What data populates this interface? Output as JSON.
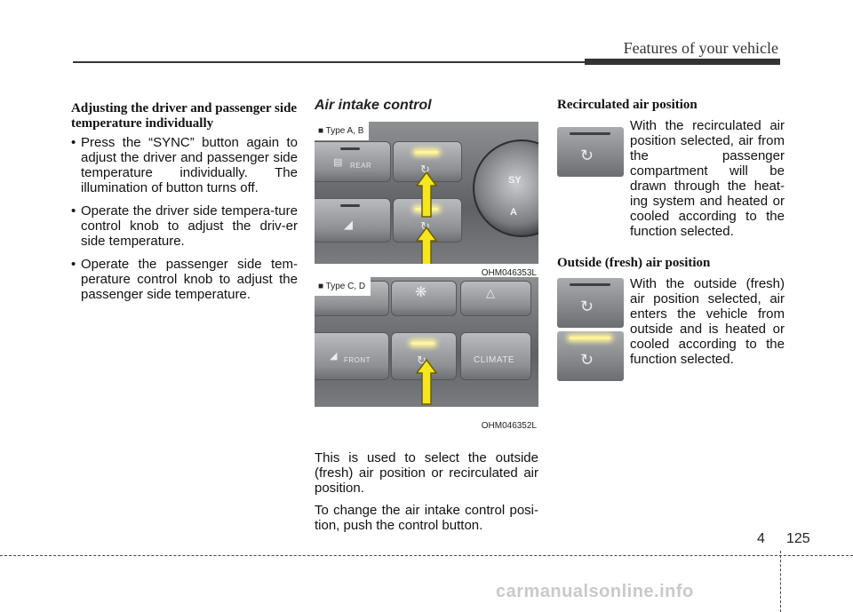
{
  "header": {
    "title": "Features of your vehicle"
  },
  "col1": {
    "heading": "Adjusting the driver and passenger side temperature individually",
    "bullets": [
      "Press the “SYNC” button again to adjust the driver and passenger side temperature individually. The illumination of button turns off.",
      "Operate the driver side tempera-ture control knob to adjust the driv-er side temperature.",
      "Operate the passenger side tem-perature control knob to adjust the passenger side temperature."
    ]
  },
  "col2": {
    "title": "Air intake control",
    "figure1": {
      "tag": "■ Type A, B",
      "code": "OHM046353L",
      "rear_label": "REAR",
      "knob_text_1": "SY",
      "knob_text_2": "A"
    },
    "figure2": {
      "tag": "■ Type C, D",
      "code": "OHM046352L",
      "front_label": "FRONT",
      "climate_label": "CLIMATE"
    },
    "para1": "This is used to select the outside (fresh) air position or recirculated air position.",
    "para2": "To change the air intake control posi-tion, push the control button."
  },
  "col3": {
    "recirc_heading": "Recirculated air position",
    "recirc_text": "With the recirculated air position selected, air from the passenger compartment will be drawn through the heat-ing system and heated or cooled according to the function selected.",
    "outside_heading": "Outside (fresh) air position",
    "outside_text": "With the outside (fresh) air position selected, air enters the vehicle from outside and is heated or cooled according to the function selected."
  },
  "footer": {
    "chapter": "4",
    "page": "125",
    "watermark": "carmanualsonline.info"
  },
  "colors": {
    "text": "#111111",
    "led_on": "#fff59a",
    "arrow": "#f5e61e",
    "panel": "#7a7c80"
  },
  "icons": [
    "recirc-air-icon",
    "fresh-air-icon",
    "rear-defrost-icon",
    "front-defrost-icon",
    "fan-icon",
    "up-arrow-icon"
  ]
}
